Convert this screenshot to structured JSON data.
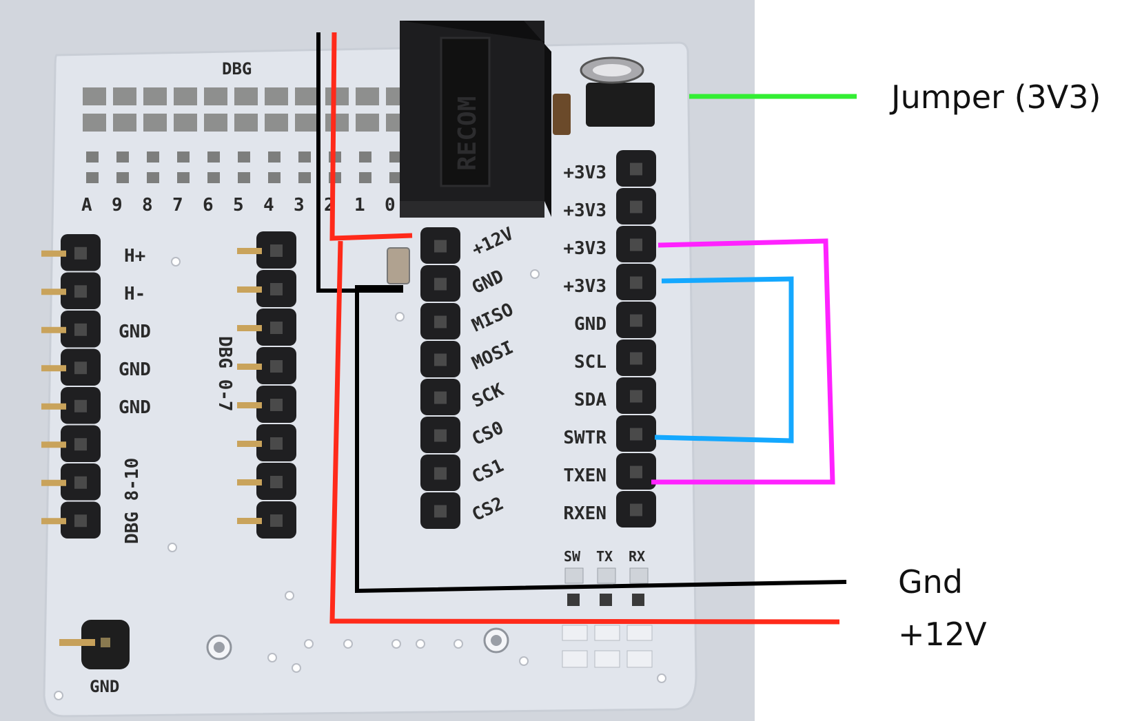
{
  "annotations": {
    "jumper_label": "Jumper (3V3)",
    "gnd_label": "Gnd",
    "v12_label": "+12V"
  },
  "board": {
    "top_label": "DBG",
    "top_pad_numbers": [
      "A",
      "9",
      "8",
      "7",
      "6",
      "5",
      "4",
      "3",
      "2",
      "1",
      "0"
    ],
    "converter_brand": "RECOM",
    "left_header_labels": [
      "H+",
      "H-",
      "GND",
      "GND",
      "GND"
    ],
    "left_header_vertical": "DBG 8-10",
    "mid_header_vertical": "DBG 0-7",
    "spi_header_labels": [
      "+12V",
      "GND",
      "MISO",
      "MOSI",
      "SCK",
      "CS0",
      "CS1",
      "CS2"
    ],
    "right_header_labels": [
      "+3V3",
      "+3V3",
      "+3V3",
      "+3V3",
      "GND",
      "SCL",
      "SDA",
      "SWTR",
      "TXEN",
      "RXEN"
    ],
    "led_labels": [
      "SW",
      "TX",
      "RX"
    ],
    "bottom_gnd_label": "GND"
  },
  "colors": {
    "pcb": "#dfe3ea",
    "background": "#ffffff",
    "gnd_wire": "#000000",
    "v12_wire": "#ff2a1a",
    "jumper_wire": "#33ee33",
    "magenta_wire": "#ff22ff",
    "blue_wire": "#14a8ff"
  }
}
